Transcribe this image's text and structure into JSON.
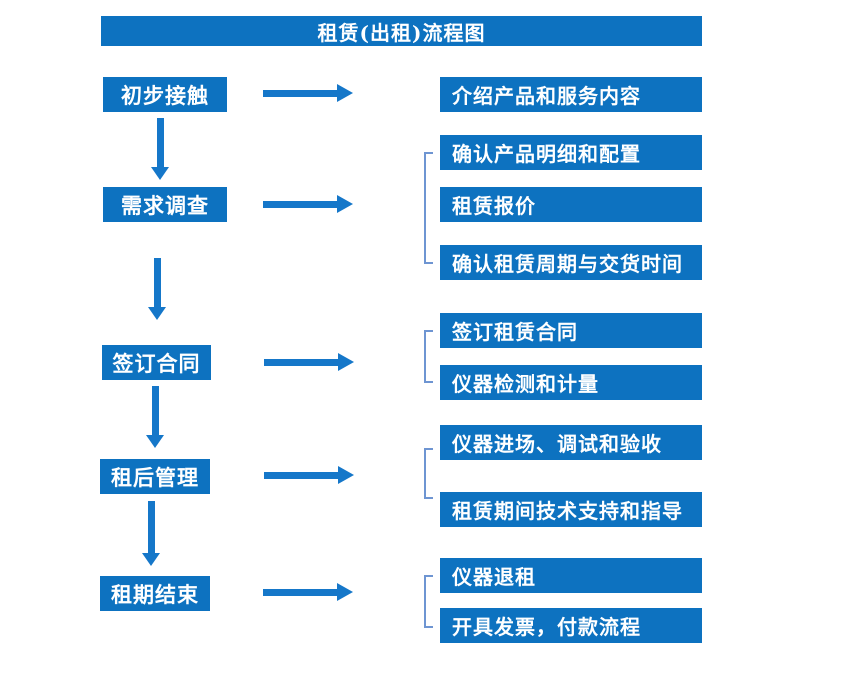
{
  "title": "租赁(出租)流程图",
  "stages": [
    "初步接触",
    "需求调查",
    "签订合同",
    "租后管理",
    "租期结束"
  ],
  "details": [
    "介绍产品和服务内容",
    "确认产品明细和配置",
    "租赁报价",
    "确认租赁周期与交货时间",
    "签订租赁合同",
    "仪器检测和计量",
    "仪器进场、调试和验收",
    "租赁期间技术支持和指导",
    "仪器退租",
    "开具发票，付款流程"
  ],
  "colors": {
    "box_blue": "#0d72c0",
    "arrow_blue": "#1577c9",
    "bracket_blue": "#6e95d2",
    "text_white": "#ffffff"
  }
}
